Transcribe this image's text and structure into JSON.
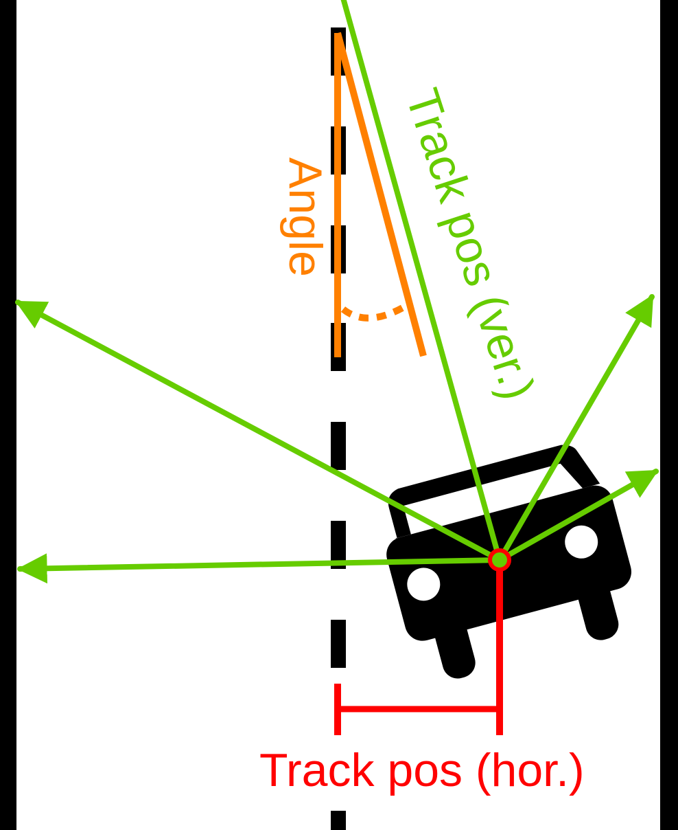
{
  "labels": {
    "angle": "Angle",
    "track_pos_ver": "Track pos (ver.)",
    "track_pos_hor": "Track pos (hor.)"
  },
  "colors": {
    "road_edge": "#000000",
    "center_line": "#000000",
    "car_body": "#000000",
    "car_details": "#ffffff",
    "sensor_rays": "#66cc00",
    "angle": "#ff8000",
    "track_pos_hor": "#ff0000"
  },
  "icons": {
    "car": "car-icon",
    "sensor_origin": "sensor-origin-icon"
  }
}
